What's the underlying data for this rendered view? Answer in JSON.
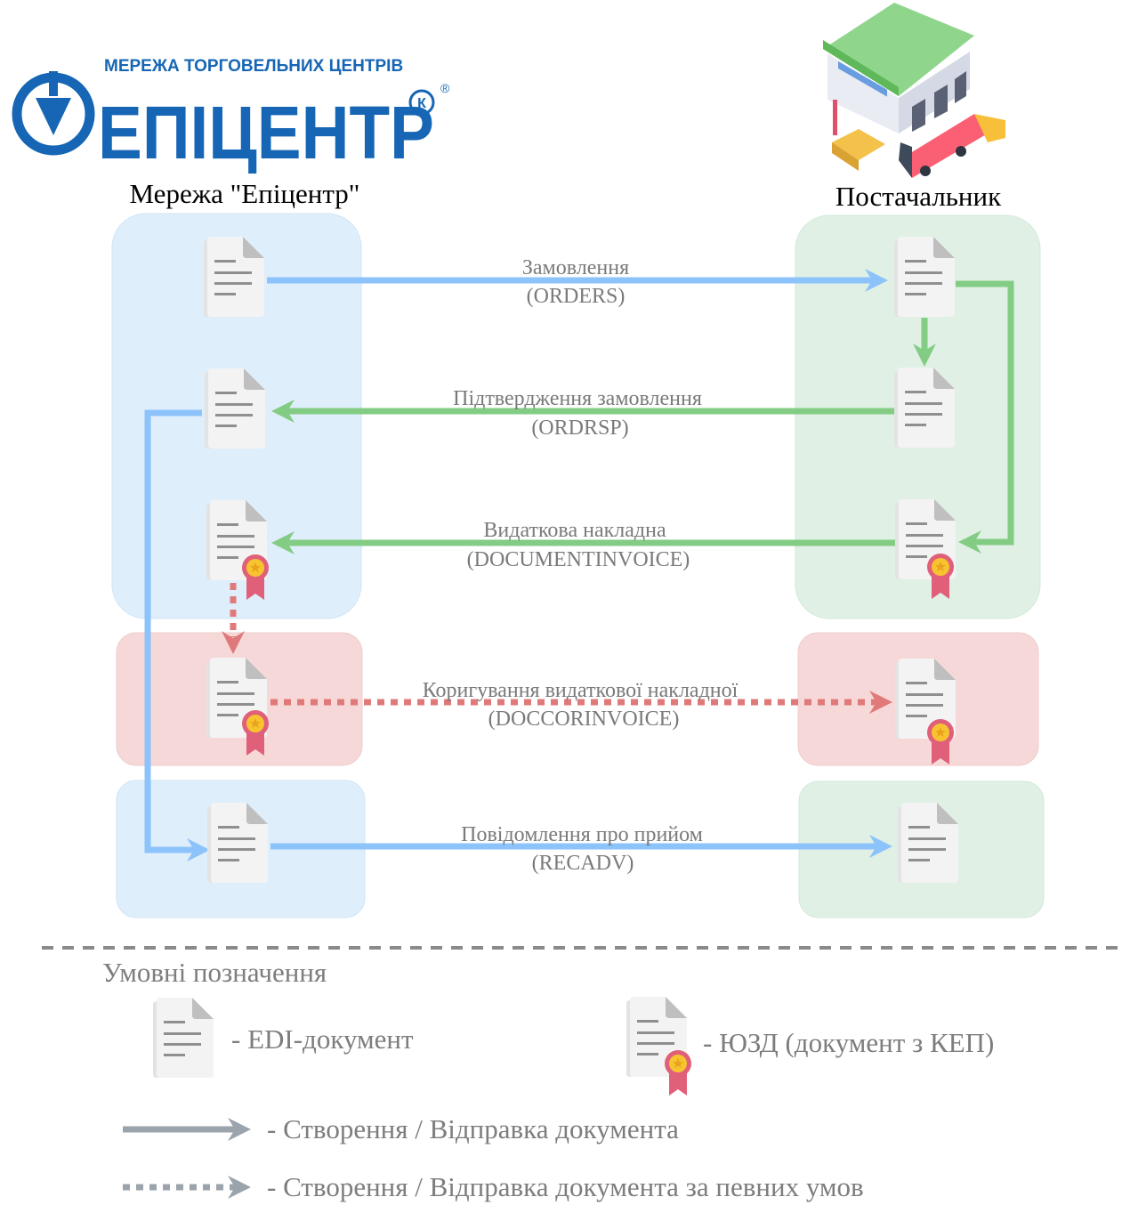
{
  "logo": {
    "tagline": "МЕРЕЖА ТОРГОВЕЛЬНИХ ЦЕНТРІВ",
    "brand": "ЕПІЦЕНТР",
    "registered_mark": "®",
    "k_mark": "К"
  },
  "headers": {
    "left": "Мережа \"Епіцентр\"",
    "right": "Постачальник"
  },
  "messages": [
    {
      "title": "Замовлення",
      "code": "(ORDERS)"
    },
    {
      "title": "Підтвердження замовлення",
      "code": "(ORDRSP)"
    },
    {
      "title": "Видаткова накладна",
      "code": "(DOCUMENTINVOICE)"
    },
    {
      "title": "Коригування видаткової накладної",
      "code": "(DOCCORINVOICE)"
    },
    {
      "title": "Повідомлення про прийом",
      "code": "(RECADV)"
    }
  ],
  "legend": {
    "title": "Умовні позначення",
    "edi_doc": "-  EDI-документ",
    "signed_doc": "-  ЮЗД (документ з КЕП)",
    "solid_arrow": "-  Створення / Відправка документа",
    "dotted_arrow": "-  Створення / Відправка документа за певних умов"
  },
  "colors": {
    "blue_zone": "#dfeefb",
    "green_zone": "#e0f0e5",
    "red_zone": "#f6d8d8",
    "blue_arrow": "#8cc3fa",
    "green_arrow": "#83cc84",
    "red_arrow": "#e07a7a",
    "gray_arrow": "#9ba4ac",
    "brand_blue": "#1666b5"
  }
}
